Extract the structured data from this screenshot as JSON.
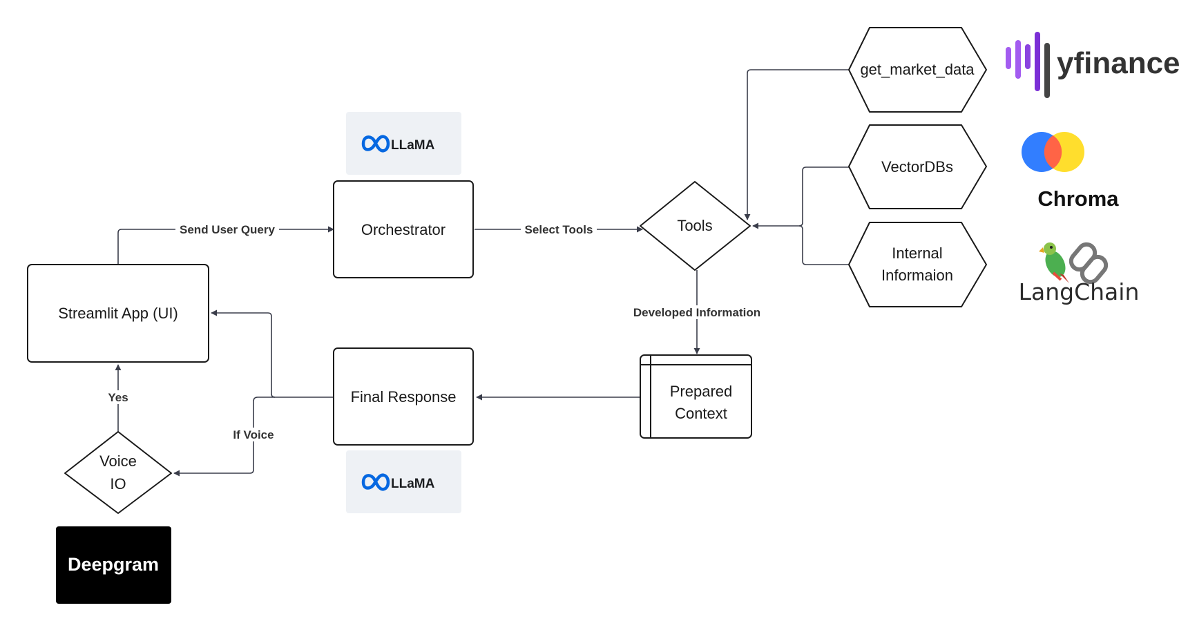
{
  "nodes": {
    "streamlit": "Streamlit App (UI)",
    "orchestrator": "Orchestrator",
    "tools": "Tools",
    "get_market_data": "get_market_data",
    "vectordbs": "VectorDBs",
    "internal_line1": "Internal",
    "internal_line2": "Informaion",
    "prepared_line1": "Prepared",
    "prepared_line2": "Context",
    "final_response": "Final Response",
    "voice_line1": "Voice",
    "voice_line2": "IO"
  },
  "edges": {
    "send_user_query": "Send User Query",
    "select_tools": "Select Tools",
    "developed_information": "Developed Information",
    "if_voice": "If Voice",
    "yes": "Yes"
  },
  "logos": {
    "llama_top": "LLaMA",
    "llama_bottom": "LLaMA",
    "yfinance": "yfinance",
    "chroma": "Chroma",
    "langchain": "LangChain",
    "deepgram": "Deepgram"
  },
  "colors": {
    "stroke": "#1a1a1a",
    "edge": "#3a3d4a",
    "llama_bg": "#eef1f5",
    "meta_blue": "#0668e1",
    "yfinance_purple": "#a35cf0",
    "chroma_blue": "#327eff",
    "chroma_red": "#ff6446",
    "chroma_yellow": "#ffde2d",
    "deepgram_bg": "#000000"
  }
}
